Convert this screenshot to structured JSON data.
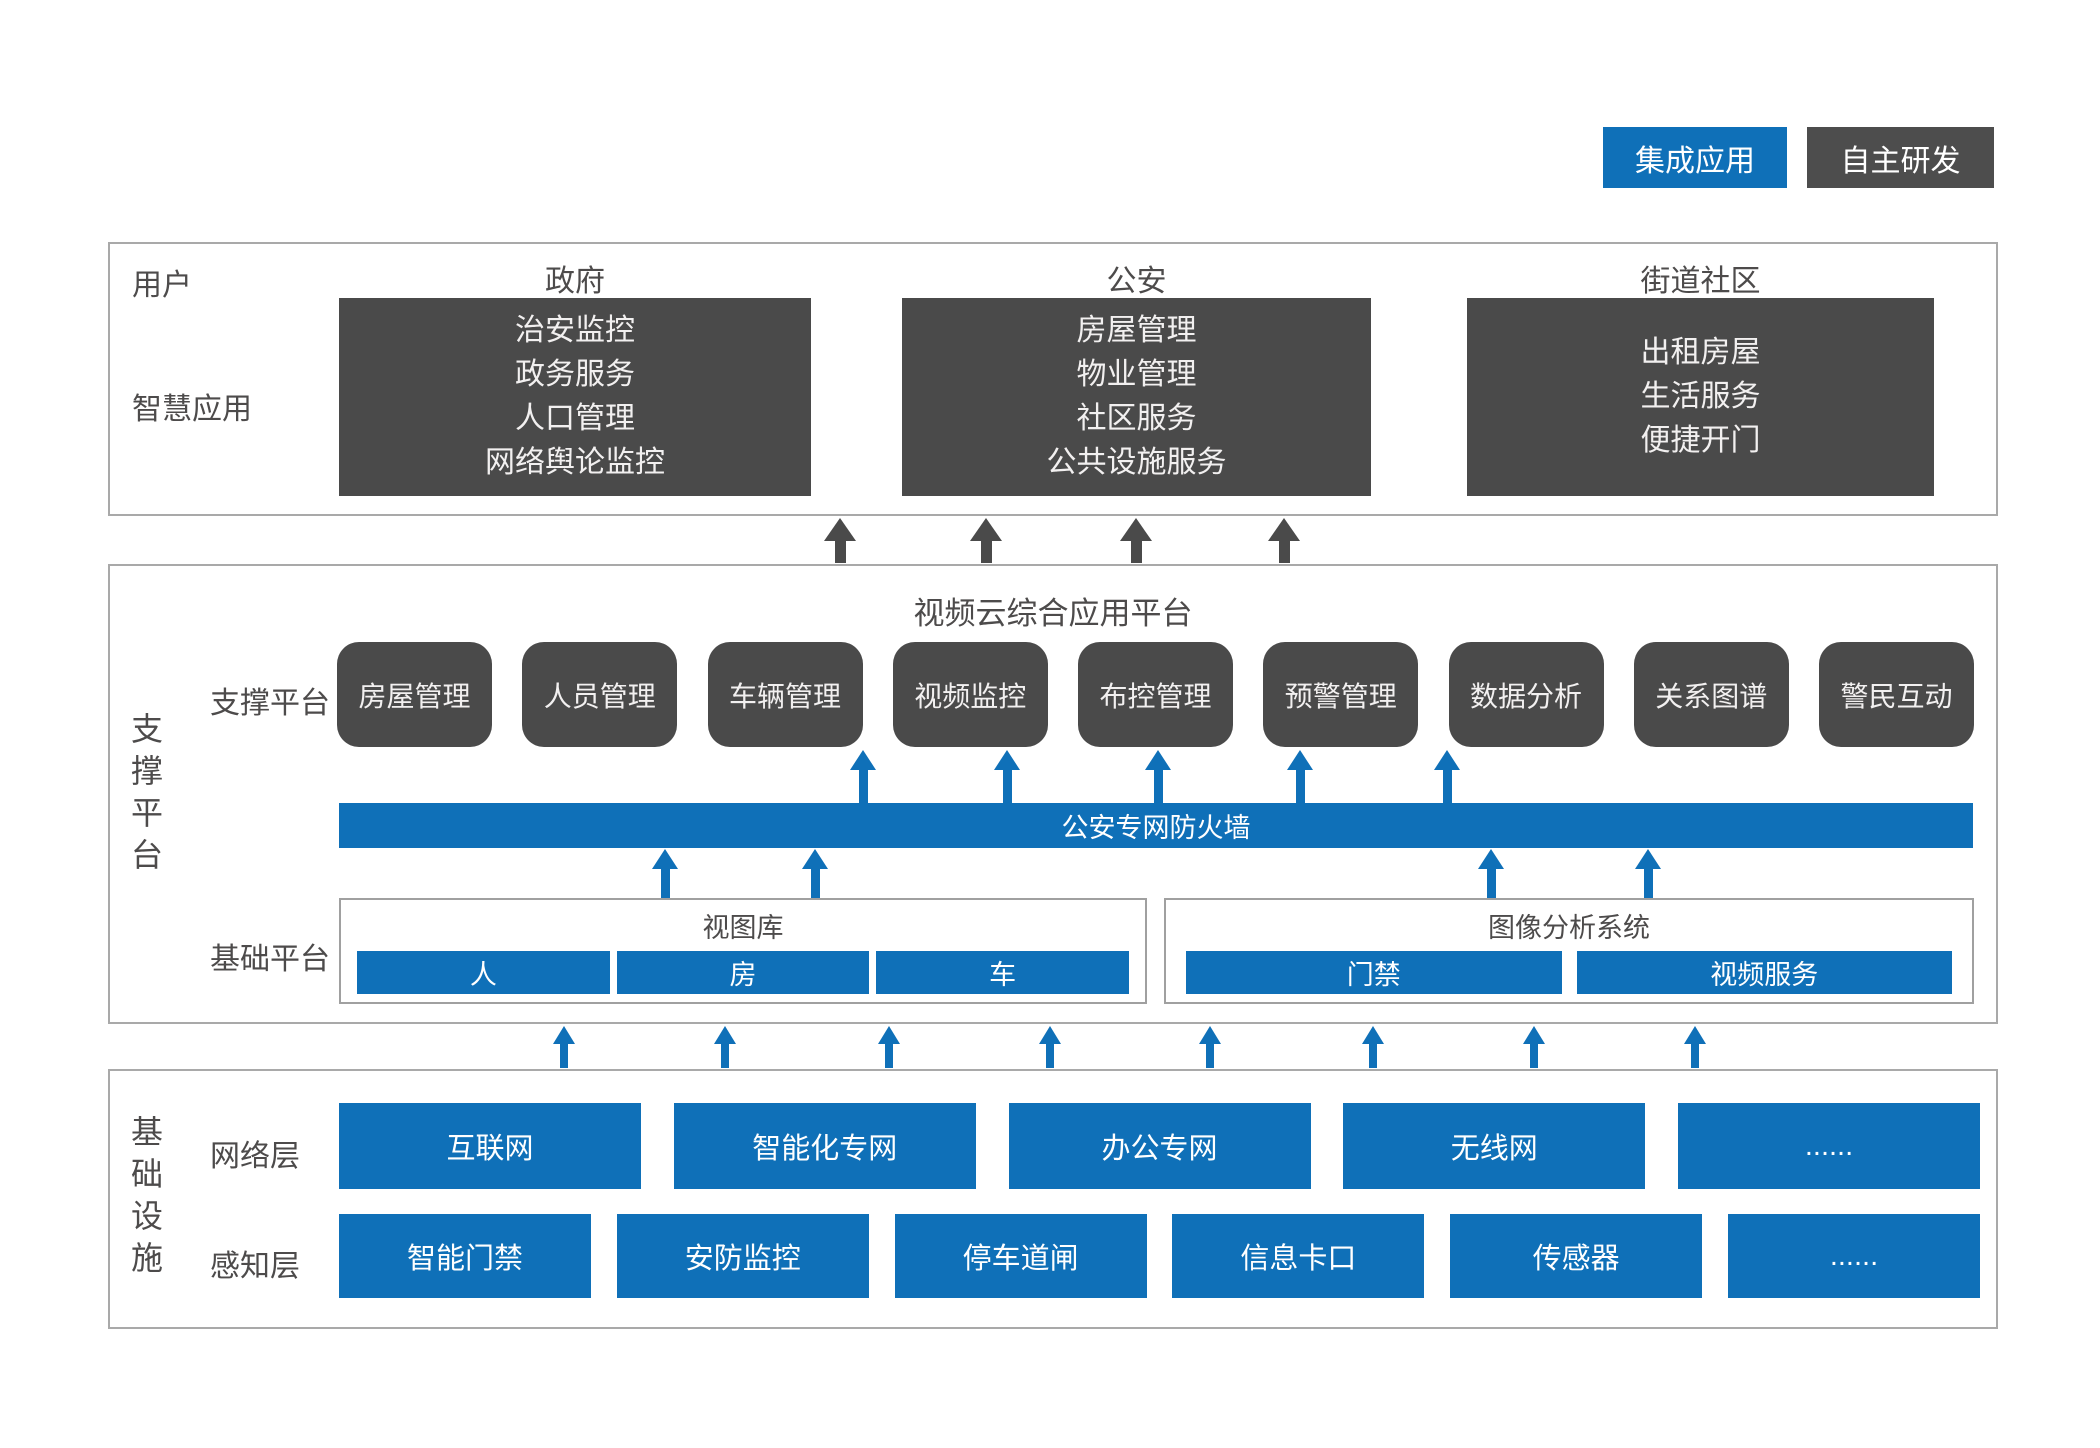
{
  "legend": {
    "integrated": "集成应用",
    "self_developed": "自主研发"
  },
  "colors": {
    "accent_blue": "#0F70B8",
    "box_dark": "#4A4A4A"
  },
  "user_section": {
    "row_label_top": "用户",
    "row_label_bottom": "智慧应用",
    "columns": [
      {
        "header": "政府",
        "items": [
          "治安监控",
          "政务服务",
          "人口管理",
          "网络舆论监控"
        ]
      },
      {
        "header": "公安",
        "items": [
          "房屋管理",
          "物业管理",
          "社区服务",
          "公共设施服务"
        ]
      },
      {
        "header": "街道社区",
        "items": [
          "出租房屋",
          "生活服务",
          "便捷开门"
        ]
      }
    ]
  },
  "support_section": {
    "side_label": "支撑平台",
    "title": "视频云综合应用平台",
    "row_label": "支撑平台",
    "modules": [
      "房屋管理",
      "人员管理",
      "车辆管理",
      "视频监控",
      "布控管理",
      "预警管理",
      "数据分析",
      "关系图谱",
      "警民互动"
    ],
    "firewall": "公安专网防火墙",
    "base_row_label": "基础平台",
    "base_platforms": [
      {
        "title": "视图库",
        "items": [
          "人",
          "房",
          "车"
        ]
      },
      {
        "title": "图像分析系统",
        "items": [
          "门禁",
          "视频服务"
        ]
      }
    ]
  },
  "infra_section": {
    "side_label": "基础设施",
    "rows": [
      {
        "label": "网络层",
        "items": [
          "互联网",
          "智能化专网",
          "办公专网",
          "无线网",
          "......"
        ]
      },
      {
        "label": "感知层",
        "items": [
          "智能门禁",
          "安防监控",
          "停车道闸",
          "信息卡口",
          "传感器",
          "......"
        ]
      }
    ]
  }
}
